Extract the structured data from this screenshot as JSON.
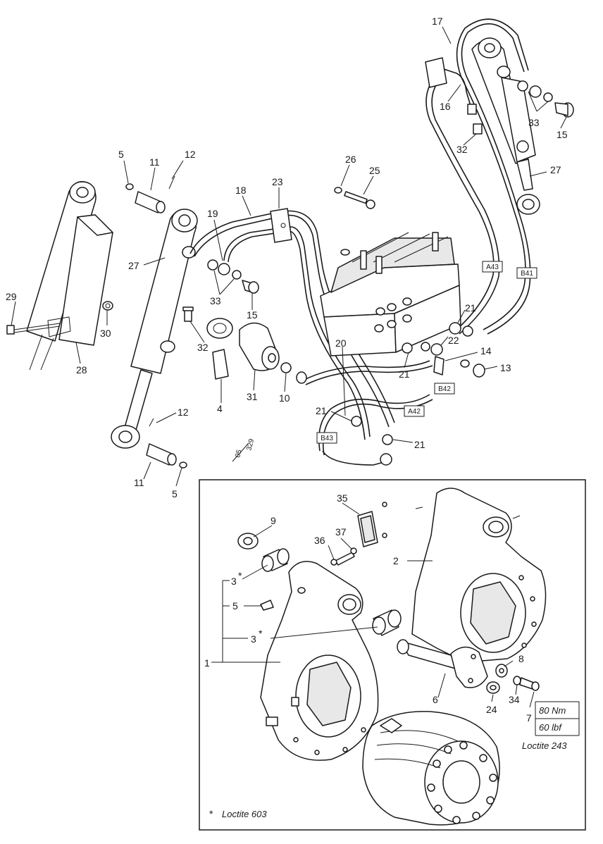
{
  "callouts": {
    "c17": "17",
    "c16": "16",
    "c33a": "33",
    "c15a": "15",
    "c32a": "32",
    "c27a": "27",
    "c5a": "5",
    "c11a": "11",
    "c12a": "12",
    "c26": "26",
    "c25": "25",
    "c23": "23",
    "c18": "18",
    "c19": "19",
    "c27b": "27",
    "c29": "29",
    "c30": "30",
    "c28": "28",
    "c33b": "33",
    "c15b": "15",
    "c32b": "32",
    "c21a": "21",
    "c22": "22",
    "c14": "14",
    "c13": "13",
    "c20": "20",
    "c21b": "21",
    "c4": "4",
    "c31": "31",
    "c10": "10",
    "c12b": "12",
    "c21c": "21",
    "c21d": "21",
    "c11b": "11",
    "c5b": "5",
    "c35": "35",
    "c9": "9",
    "c37": "37",
    "c36": "36",
    "c2": "2",
    "c3a": "3",
    "c5c": "5",
    "c3b": "3",
    "c1": "1",
    "c8": "8",
    "c6": "6",
    "c24": "24",
    "c34": "34",
    "c7": "7"
  },
  "hose_tags": {
    "a43": "A43",
    "b41": "B41",
    "b42": "B42",
    "a42": "A42",
    "b43": "B43"
  },
  "figure_ref": {
    "top": "05",
    "bottom": "329"
  },
  "notes": {
    "star": "*",
    "torque_nm": "80 Nm",
    "torque_lbf": "60 lbf",
    "loctite_243": "Loctite 243",
    "loctite_603": "Loctite 603"
  }
}
